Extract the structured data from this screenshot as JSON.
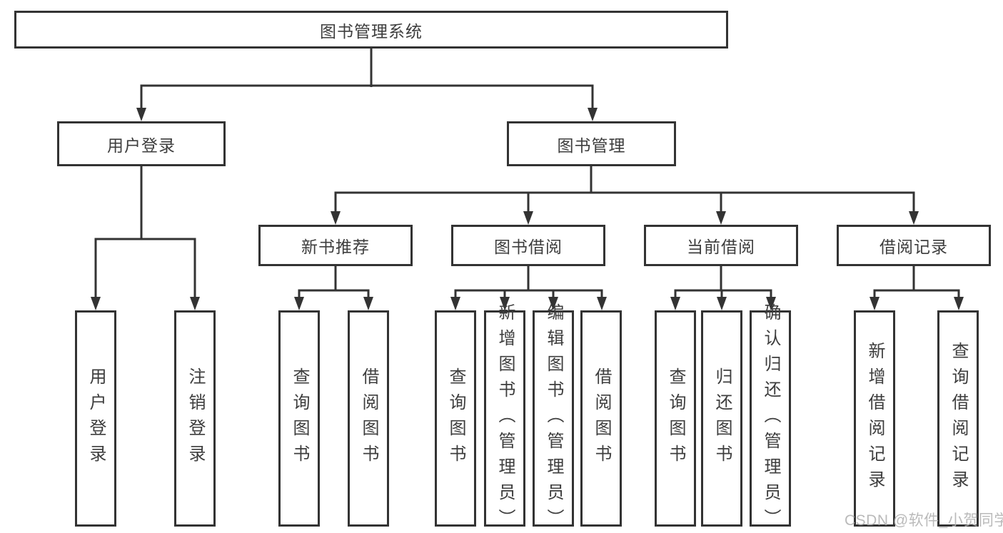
{
  "tree": {
    "root": {
      "label": "图书管理系统"
    },
    "branches": [
      {
        "label": "用户登录",
        "leaves": [
          "用户登录",
          "注销登录"
        ]
      },
      {
        "label": "图书管理",
        "groups": [
          {
            "label": "新书推荐",
            "leaves": [
              "查询图书",
              "借阅图书"
            ]
          },
          {
            "label": "图书借阅",
            "leaves": [
              "查询图书",
              "新增图书（管理员）",
              "编辑图书（管理员）",
              "借阅图书"
            ]
          },
          {
            "label": "当前借阅",
            "leaves": [
              "查询图书",
              "归还图书",
              "确认归还（管理员）"
            ]
          },
          {
            "label": "借阅记录",
            "leaves": [
              "新增借阅记录",
              "查询借阅记录"
            ]
          }
        ]
      }
    ]
  },
  "watermark": "CSDN @软件_小贺同学",
  "colors": {
    "line": "#333333",
    "text": "#3d3d3d",
    "background": "#ffffff",
    "watermark": "#b2b2b2"
  }
}
